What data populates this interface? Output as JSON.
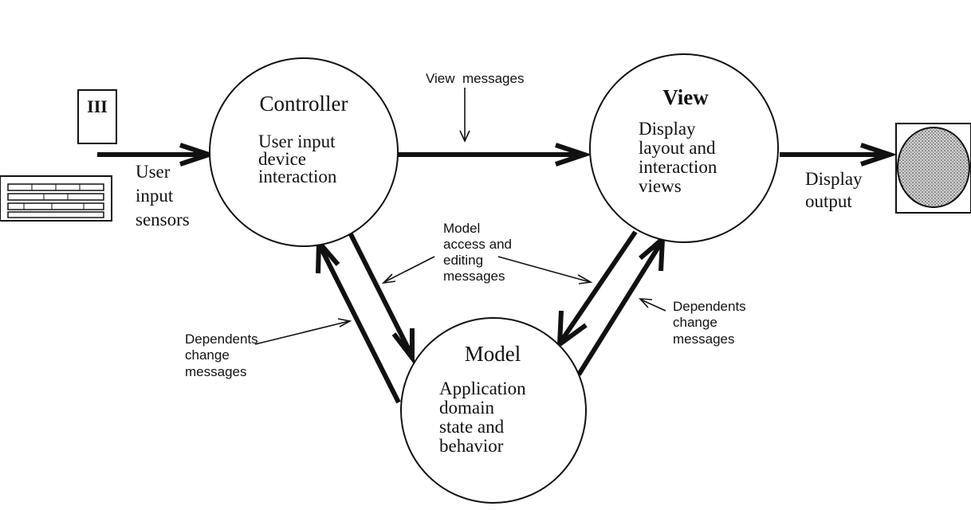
{
  "controller": {
    "title": "Controller",
    "lines": [
      "User input",
      "device",
      "interaction"
    ]
  },
  "view": {
    "title": "View",
    "lines": [
      "Display",
      "layout and",
      "interaction",
      "views"
    ]
  },
  "model": {
    "title": "Model",
    "lines": [
      "Application",
      "domain",
      "state and",
      "behavior"
    ]
  },
  "labels": {
    "user_input_sensors": [
      "User",
      "input",
      "sensors"
    ],
    "display_output": [
      "Display",
      "output"
    ],
    "view_messages": "View  messages",
    "model_access": [
      "Model",
      "access and",
      "editing",
      "messages"
    ],
    "dependents_left": [
      "Dependents",
      "change",
      "messages"
    ],
    "dependents_right": [
      "Dependents",
      "change",
      "messages"
    ]
  },
  "device": {
    "button_panel_text": "III"
  },
  "icons": {
    "keyboard": "keyboard-icon",
    "mouse": "mouse-button-icon",
    "display": "display-monitor-icon"
  }
}
